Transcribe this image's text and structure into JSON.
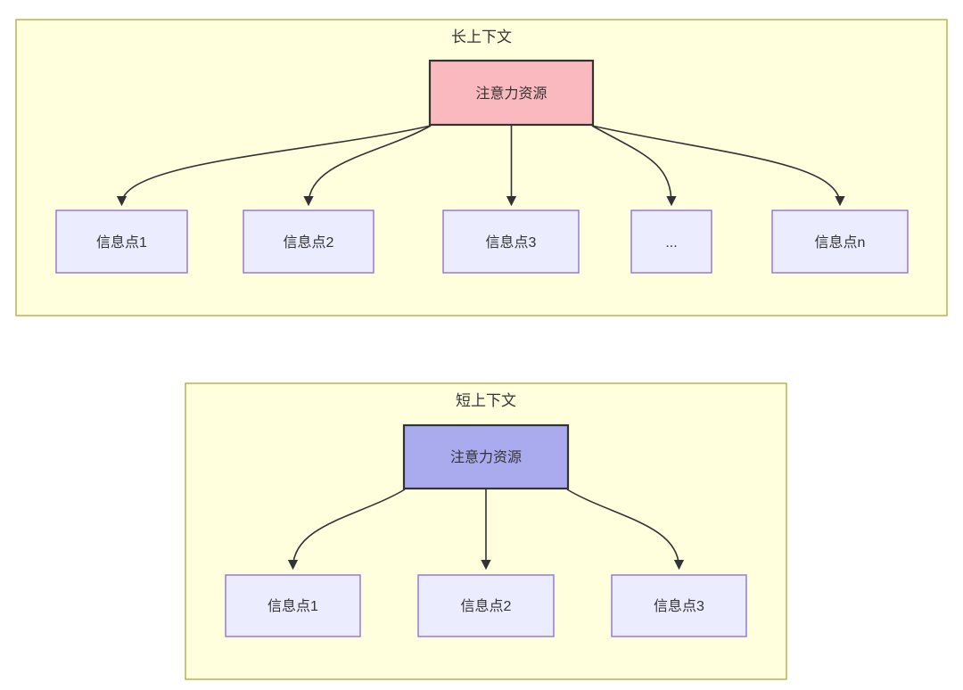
{
  "diagram": {
    "type": "flowchart",
    "groups": [
      {
        "id": "long-context",
        "title": "长上下文",
        "attention": {
          "label": "注意力资源",
          "fill": "#f9b9be"
        },
        "nodes": [
          {
            "label": "信息点1"
          },
          {
            "label": "信息点2"
          },
          {
            "label": "信息点3"
          },
          {
            "label": "..."
          },
          {
            "label": "信息点n"
          }
        ]
      },
      {
        "id": "short-context",
        "title": "短上下文",
        "attention": {
          "label": "注意力资源",
          "fill": "#aaaaee"
        },
        "nodes": [
          {
            "label": "信息点1"
          },
          {
            "label": "信息点2"
          },
          {
            "label": "信息点3"
          }
        ]
      }
    ],
    "colors": {
      "cluster_fill": "#ffffde",
      "cluster_border": "#aaaa33",
      "node_fill": "#ececff",
      "node_border": "#9370db",
      "attention_long_fill": "#f9b9be",
      "attention_short_fill": "#aaaaee",
      "attention_border": "#333333",
      "edge": "#333333",
      "text": "#333333",
      "canvas": "#ffffff"
    }
  }
}
